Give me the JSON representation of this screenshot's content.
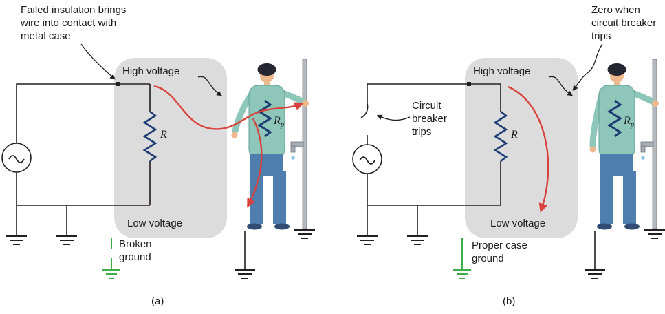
{
  "figure": {
    "panel_a": {
      "caption": "(a)",
      "annotation_failed_insulation": "Failed insulation brings wire into contact with metal case",
      "high_voltage_label": "High voltage",
      "low_voltage_label": "Low voltage",
      "resistor_label": "R",
      "body_resistance_label": "R",
      "body_resistance_subscript": "p",
      "ground_label": "Broken ground"
    },
    "panel_b": {
      "caption": "(b)",
      "annotation_zero": "Zero when circuit breaker trips",
      "breaker_label": "Circuit breaker trips",
      "high_voltage_label": "High voltage",
      "low_voltage_label": "Low voltage",
      "resistor_label": "R",
      "body_resistance_label": "R",
      "body_resistance_subscript": "p",
      "ground_label": "Proper case ground"
    },
    "colors": {
      "case_fill": "#dcdcdc",
      "wire": "#231f20",
      "resistor_blue": "#1d3b73",
      "current_red": "#d9413d",
      "ground_green": "#3fae49",
      "shirt_teal": "#8ec7ba",
      "jeans_blue": "#4d7eae"
    }
  }
}
